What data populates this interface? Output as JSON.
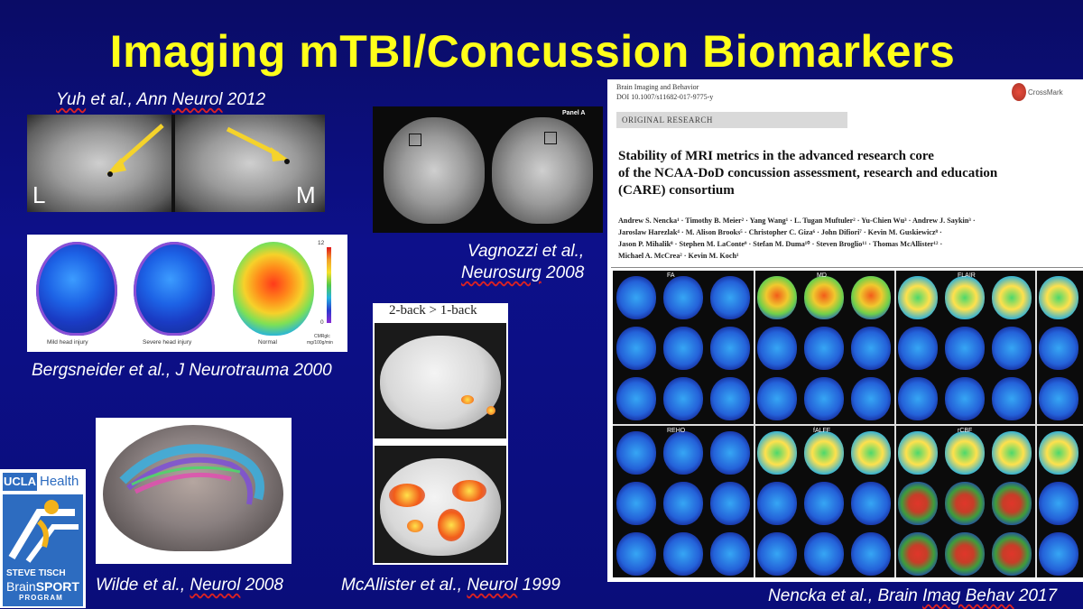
{
  "slide": {
    "title": "Imaging mTBI/Concussion Biomarkers"
  },
  "captions": {
    "yuh": {
      "pre": "",
      "name": "Yuh",
      "mid": " et al., Ann ",
      "journal": "Neurol",
      "post": " 2012"
    },
    "vagnozzi": {
      "line1": "Vagnozzi et al.,",
      "journal": "Neurosurg",
      "post": " 2008"
    },
    "bergsneider": "Bergsneider et al., J Neurotrauma 2000",
    "wilde": {
      "pre": "Wilde et al., ",
      "journal": "Neurol",
      "post": " 2008"
    },
    "mcallister": {
      "pre": "McAllister et al., ",
      "journal": "Neurol",
      "post": " 1999"
    },
    "nencka": {
      "pre": "Nencka et al., Brain ",
      "journal": "Imag Behav",
      "post": " 2017"
    }
  },
  "figures": {
    "yuh": {
      "left_label": "L",
      "right_label": "M"
    },
    "vagnozzi": {
      "panel_label": "Panel A"
    },
    "bergsneider": {
      "labels": [
        "Mild head injury",
        "Severe head injury",
        "Normal"
      ],
      "scale_max": "12",
      "scale_min": "0",
      "scale_unit_1": "CMRglc",
      "scale_unit_2": "mg/100g/min"
    },
    "mcallister": {
      "header": "2-back > 1-back"
    }
  },
  "paper": {
    "journal": "Brain Imaging and Behavior",
    "doi": "DOI 10.1007/s11682-017-9775-y",
    "crossmark": "CrossMark",
    "section": "ORIGINAL RESEARCH",
    "title_line1": "Stability of MRI metrics in the advanced research core",
    "title_line2": "of the NCAA-DoD concussion assessment, research and education",
    "title_line3": "(CARE) consortium",
    "authors_line1": "Andrew S. Nencka¹ · Timothy B. Meier² · Yang Wang¹ · L. Tugan Muftuler² · Yu-Chien Wu³ · Andrew J. Saykin³ ·",
    "authors_line2": "Jaroslaw Harezlak⁴ · M. Alison Brooks⁵ · Christopher C. Giza⁶ · John Difiori⁷ · Kevin M. Guskiewicz⁸ ·",
    "authors_line3": "Jason P. Mihalik⁸ · Stephen M. LaConte⁹ · Stefan M. Duma¹⁰ · Steven Broglio¹¹ · Thomas McAllister¹² ·",
    "authors_line4": "Michael A. McCrea² · Kevin M. Koch¹",
    "grid_labels": [
      "FA",
      "MD",
      "FLAIR",
      "REHO",
      "fALFF",
      "rCBF"
    ]
  },
  "logo": {
    "ucla": "UCLA",
    "health": "Health",
    "steve_tisch": "STEVE TISCH",
    "brain": "Brain",
    "sport": "SPORT",
    "program": "PROGRAM"
  },
  "colors": {
    "background": "#0c0f82",
    "title": "#ffff1a",
    "caption": "#ffffff",
    "ucla_blue": "#2d6cc0"
  }
}
